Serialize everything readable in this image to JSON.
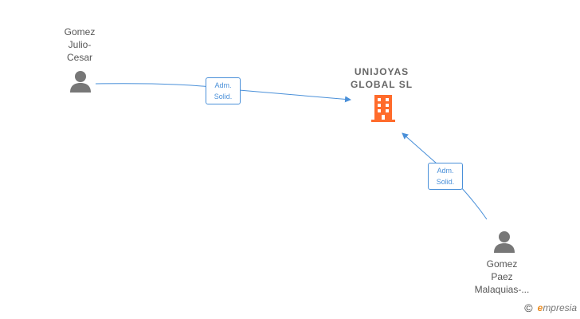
{
  "graph": {
    "company": {
      "line1": "UNIJOYAS",
      "line2": "GLOBAL SL",
      "icon": "building-icon",
      "color": "#ff6b2b"
    },
    "people": [
      {
        "lines": [
          "Gomez",
          "Julio-",
          "Cesar"
        ],
        "icon": "person-icon"
      },
      {
        "lines": [
          "Gomez",
          "Paez",
          "Malaquias-..."
        ],
        "icon": "person-icon"
      }
    ],
    "edges": [
      {
        "line1": "Adm.",
        "line2": "Solid."
      },
      {
        "line1": "Adm.",
        "line2": "Solid."
      }
    ],
    "edge_color": "#4a90d9",
    "person_color": "#777777"
  },
  "footer": {
    "copyright_symbol": "©",
    "brand_initial": "e",
    "brand_rest": "mpresia"
  }
}
